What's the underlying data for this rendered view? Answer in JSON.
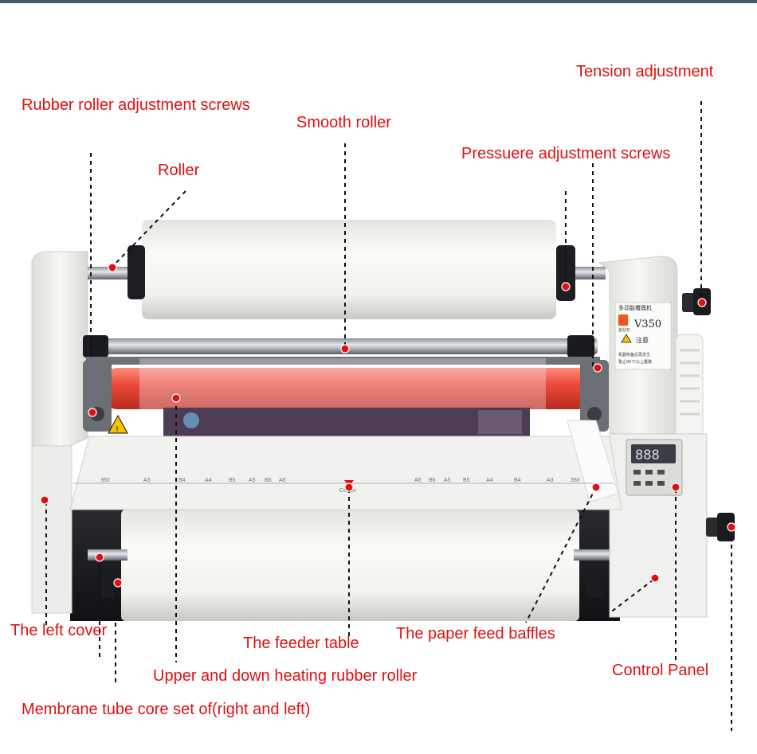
{
  "machine": {
    "badge_cn": "多动能覆膜机",
    "brand_cn": "金钻石",
    "model": "V350",
    "warning_title": "注意",
    "warning_text_1": "机器热备后再发生",
    "warning_text_2": "警止90℃以上覆膜",
    "display": "888",
    "feeder_center": "Center",
    "scale_left": [
      "350",
      "A3",
      "B4",
      "A4",
      "B5",
      "A5",
      "B6",
      "A6"
    ],
    "scale_right": [
      "A6",
      "B6",
      "A5",
      "B5",
      "A4",
      "B4",
      "A3",
      "350"
    ]
  },
  "labels": {
    "tension_adjustment": "Tension adjustment",
    "rubber_roller_screws": "Rubber roller adjustment screws",
    "smooth_roller": "Smooth roller",
    "pressure_screws": "Pressuere adjustment screws",
    "roller": "Roller",
    "left_cover": "The left cover",
    "feeder_table": "The feeder table",
    "paper_feed_baffles": "The paper feed baffles",
    "control_panel": "Control Panel",
    "heating_roller": "Upper and down heating rubber roller",
    "membrane_core": "Membrane tube core set of(right and left)"
  },
  "colors": {
    "label_red": "#e01010",
    "roller_red": "#e8483c",
    "body_white": "#f2f2f0",
    "panel_dark": "#3a3e44"
  }
}
